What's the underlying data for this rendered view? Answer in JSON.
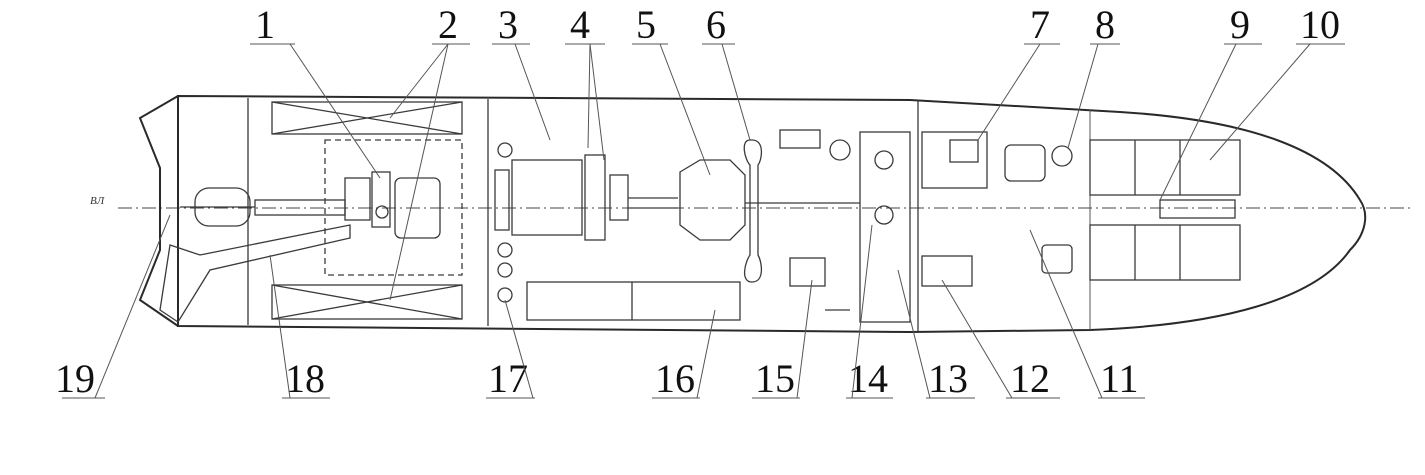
{
  "diagram": {
    "centerline_label": "ВЛ",
    "top_numbers": [
      "1",
      "2",
      "3",
      "4",
      "5",
      "6",
      "7",
      "8",
      "9",
      "10"
    ],
    "bottom_numbers": [
      "19",
      "18",
      "17",
      "16",
      "15",
      "14",
      "13",
      "12",
      "11"
    ]
  }
}
